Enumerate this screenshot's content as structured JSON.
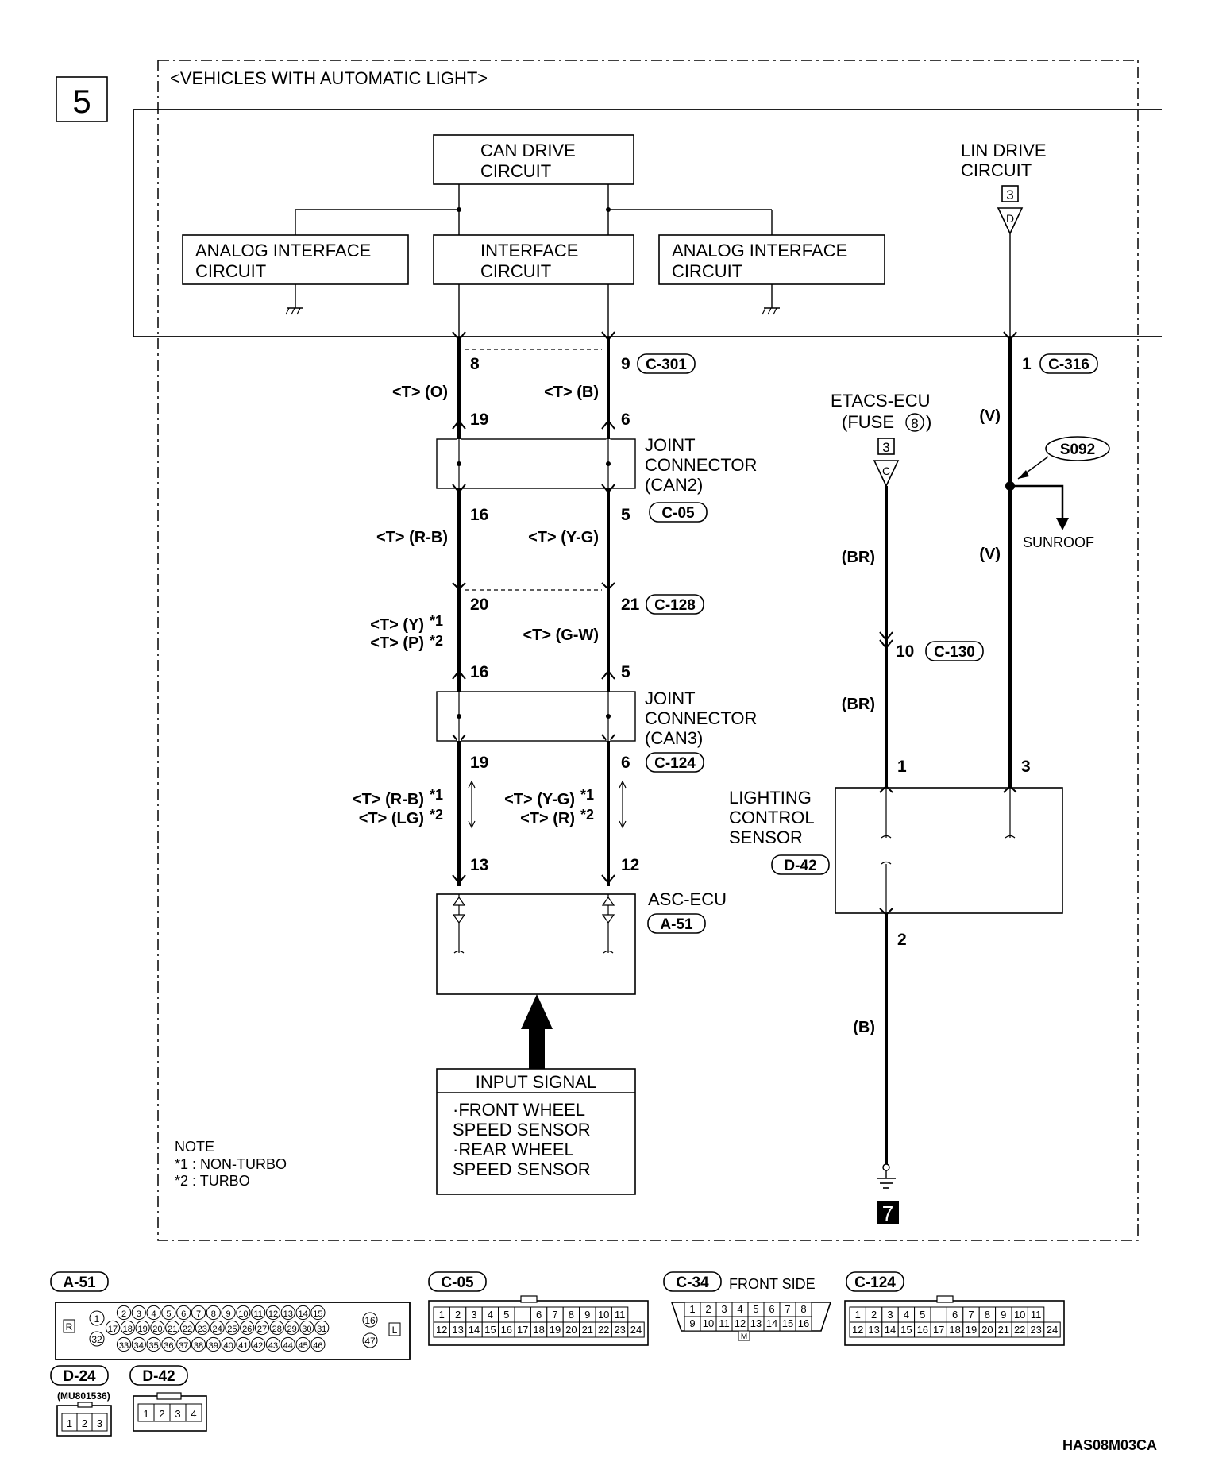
{
  "page_number": "5",
  "section_title": "<VEHICLES WITH AUTOMATIC LIGHT>",
  "modules": {
    "can_drive": [
      "CAN DRIVE",
      "CIRCUIT"
    ],
    "lin_drive": [
      "LIN DRIVE",
      "CIRCUIT"
    ],
    "analog_left": [
      "ANALOG INTERFACE",
      "CIRCUIT"
    ],
    "interface": [
      "INTERFACE",
      "CIRCUIT"
    ],
    "analog_right": [
      "ANALOG INTERFACE",
      "CIRCUIT"
    ]
  },
  "lin_ref": {
    "num": "3",
    "letter": "D"
  },
  "etacs": {
    "label": [
      "ETACS-ECU",
      "(FUSE ",
      "8",
      ")"
    ],
    "num": "3",
    "letter": "C"
  },
  "pins": {
    "c301_left": "8",
    "c301_right": "9",
    "jc2_top_left": "19",
    "jc2_top_right": "6",
    "jc2_bot_left": "16",
    "jc2_bot_right": "5",
    "c128_left": "20",
    "c128_right": "21",
    "jc3_top_left": "16",
    "jc3_top_right": "5",
    "jc3_bot_left": "19",
    "jc3_bot_right": "6",
    "asc_left": "13",
    "asc_right": "12",
    "c316": "1",
    "c130": "10",
    "lcs_1": "1",
    "lcs_3": "3",
    "lcs_2": "2"
  },
  "connectors": {
    "c301": "C-301",
    "c316": "C-316",
    "c05": "C-05",
    "c128": "C-128",
    "c124": "C-124",
    "c130": "C-130",
    "d42": "D-42",
    "a51": "A-51",
    "s092": "S092"
  },
  "wires": {
    "c301_left": "<T> (O)",
    "c301_right": "<T> (B)",
    "can2_left": "<T> (R-B)",
    "can2_right": "<T> (Y-G)",
    "c128_left_1": "<T> (Y)",
    "c128_left_2": "<T> (P)",
    "c128_right": "<T> (G-W)",
    "asc_left_1": "<T> (R-B)",
    "asc_left_2": "<T> (LG)",
    "asc_right_1": "<T> (Y-G)",
    "asc_right_2": "<T> (R)",
    "lin_1": "(V)",
    "lin_2": "(V)",
    "etacs_1": "(BR)",
    "etacs_2": "(BR)",
    "ground": "(B)"
  },
  "stars": {
    "s1": "*1",
    "s2": "*2"
  },
  "labels": {
    "jc_can2": [
      "JOINT",
      "CONNECTOR",
      "(CAN2)"
    ],
    "jc_can3": [
      "JOINT",
      "CONNECTOR",
      "(CAN3)"
    ],
    "sunroof": "SUNROOF",
    "asc_ecu": "ASC-ECU",
    "lcs": [
      "LIGHTING",
      "CONTROL",
      "SENSOR"
    ],
    "input_signal_title": "INPUT SIGNAL",
    "input_signal_lines": [
      "·FRONT WHEEL",
      " SPEED SENSOR",
      "·REAR WHEEL",
      " SPEED SENSOR"
    ],
    "note_title": "NOTE",
    "note_1": "*1 : NON-TURBO",
    "note_2": "*2 : TURBO",
    "ground_ref": "7"
  },
  "bottom_connectors": {
    "a51": "A-51",
    "c05": "C-05",
    "c34": "C-34",
    "c34_side": "FRONT SIDE",
    "c124": "C-124",
    "d24": "D-24",
    "d24_part": "(MU801536)",
    "d42": "D-42",
    "a51_pins_row1": [
      "2",
      "3",
      "4",
      "5",
      "6",
      "7",
      "8",
      "9",
      "10",
      "11",
      "12",
      "13",
      "14",
      "15"
    ],
    "a51_pins_row2": [
      "17",
      "18",
      "19",
      "20",
      "21",
      "22",
      "23",
      "24",
      "25",
      "26",
      "27",
      "28",
      "29",
      "30",
      "31"
    ],
    "a51_pins_row3": [
      "33",
      "34",
      "35",
      "36",
      "37",
      "38",
      "39",
      "40",
      "41",
      "42",
      "43",
      "44",
      "45",
      "46"
    ],
    "a51_side_left": [
      "R",
      "1",
      "32"
    ],
    "a51_side_right": [
      "16",
      "47",
      "L"
    ],
    "c24_row1": [
      "1",
      "2",
      "3",
      "4",
      "5",
      "",
      "6",
      "7",
      "8",
      "9",
      "10",
      "11"
    ],
    "c24_row2": [
      "12",
      "13",
      "14",
      "15",
      "16",
      "17",
      "18",
      "19",
      "20",
      "21",
      "22",
      "23",
      "24"
    ],
    "c34_row1": [
      "1",
      "2",
      "3",
      "4",
      "5",
      "6",
      "7",
      "8"
    ],
    "c34_row2": [
      "9",
      "10",
      "11",
      "12",
      "13",
      "14",
      "15",
      "16"
    ],
    "c34_key": "M",
    "d24_pins": [
      "1",
      "2",
      "3"
    ],
    "d42_pins": [
      "1",
      "2",
      "3",
      "4"
    ]
  },
  "figure_id": "HAS08M03CA"
}
